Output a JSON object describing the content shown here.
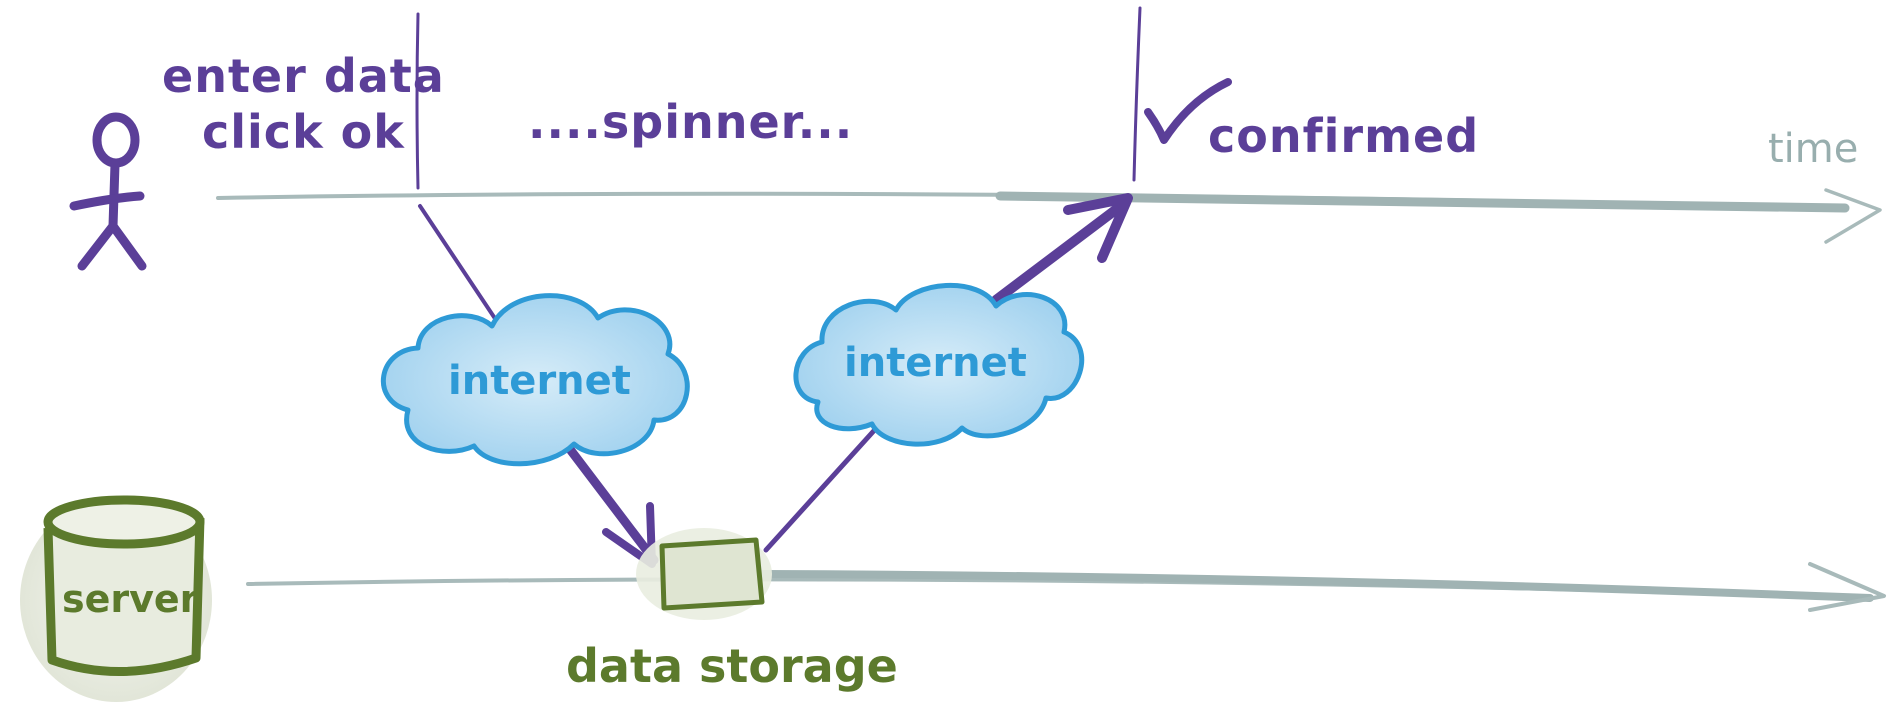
{
  "user": {
    "action_lines": [
      "enter data",
      "click ok"
    ],
    "waiting_text": "....spinner...",
    "confirmed_text": "confirmed",
    "check_icon": "check-icon",
    "figure_icon": "stick-figure-icon"
  },
  "time_label": "time",
  "clouds": [
    {
      "label": "internet"
    },
    {
      "label": "internet"
    }
  ],
  "server": {
    "label": "server",
    "icon": "database-cylinder-icon"
  },
  "storage": {
    "label": "data storage",
    "icon": "storage-box-icon"
  },
  "colors": {
    "purple": "#5b3f98",
    "grey": "#9fb3b3",
    "cloud_stroke": "#2e9ad6",
    "cloud_fill": "#bfe0f3",
    "green": "#5c7a2c",
    "green_fill": "#e3e8d8"
  }
}
